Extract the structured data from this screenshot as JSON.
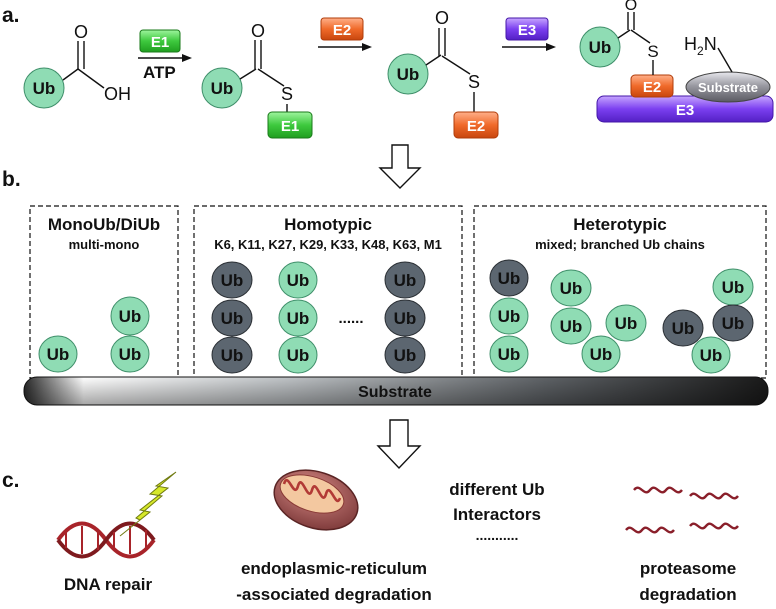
{
  "panel_labels": {
    "a": "a.",
    "b": "b.",
    "c": "c."
  },
  "panel_a": {
    "ub": "Ub",
    "oh": "OH",
    "o": "O",
    "s": "S",
    "e1": "E1",
    "atp": "ATP",
    "e2": "E2",
    "e3": "E3",
    "h2n_h": "H",
    "h2n_2": "2",
    "h2n_n": "N",
    "substrate": "Substrate"
  },
  "panel_b": {
    "mono_title": "MonoUb/DiUb",
    "mono_sub": "multi-mono",
    "homo_title": "Homotypic",
    "homo_sub": "K6, K11, K27, K29, K33, K48, K63, M1",
    "hetero_title": "Heterotypic",
    "hetero_sub": "mixed; branched Ub chains",
    "ub": "Ub",
    "ellipsis": "......",
    "substrate": "Substrate"
  },
  "panel_c": {
    "dna_repair": "DNA repair",
    "erad_line1": "endoplasmic-reticulum",
    "erad_line2": "-associated degradation",
    "interactors_line1": "different Ub",
    "interactors_line2": "Interactors",
    "interactors_dots": "...........",
    "proteasome_line1": "proteasome",
    "proteasome_line2": "degradation"
  },
  "colors": {
    "ub_light": "#8fdcb4",
    "ub_dark": "#5c6670",
    "e1": "#3ec93e",
    "e2": "#f06a2a",
    "e3": "#7b3ff0",
    "substrate_grey": "#8e8e95",
    "dna_red": "#a8242a",
    "lightning": "#d6e82a",
    "mito": "#a85a58"
  }
}
